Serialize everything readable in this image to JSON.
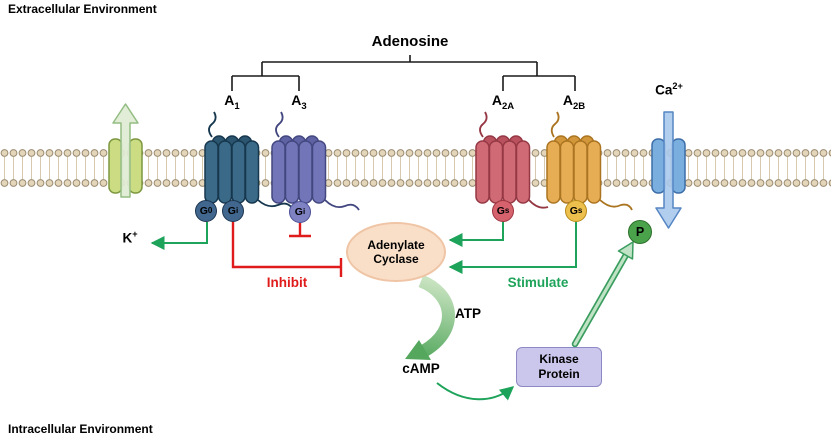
{
  "environment": {
    "extracellular": "Extracellular Environment",
    "intracellular": "Intracellular Environment"
  },
  "ligand": {
    "label": "Adenosine"
  },
  "receptors": [
    {
      "id": "A1",
      "base": "A",
      "sub": "1"
    },
    {
      "id": "A3",
      "base": "A",
      "sub": "3"
    },
    {
      "id": "A2A",
      "base": "A",
      "sub": "2A"
    },
    {
      "id": "A2B",
      "base": "A",
      "sub": "2B"
    }
  ],
  "g_proteins": [
    {
      "id": "G0-A1",
      "base": "G",
      "sub": "0"
    },
    {
      "id": "Gi-A1",
      "base": "G",
      "sub": "i"
    },
    {
      "id": "Gi-A3",
      "base": "G",
      "sub": "i"
    },
    {
      "id": "Gs-A2A",
      "base": "G",
      "sub": "s"
    },
    {
      "id": "Gs-A2B",
      "base": "G",
      "sub": "s"
    }
  ],
  "ions": {
    "potassium": {
      "base": "K",
      "sup": "+"
    },
    "calcium": {
      "base": "Ca",
      "sup": "2+"
    }
  },
  "enzyme": {
    "line1": "Adenylate",
    "line2": "Cyclase"
  },
  "molecules": {
    "atp": "ATP",
    "camp": "cAMP"
  },
  "kinase": {
    "line1": "Kinase",
    "line2": "Protein"
  },
  "phosphate": {
    "label": "P"
  },
  "actions": {
    "inhibit": "Inhibit",
    "stimulate": "Stimulate"
  },
  "colors": {
    "inhibit_red": "#e01b1b",
    "stimulate_green": "#1ea35a",
    "membrane_tan": "#e3d6bb",
    "receptor_a1_blue": "#3a6a87",
    "receptor_a3_purple": "#7276b8",
    "receptor_a2a_red": "#d06b75",
    "receptor_a2b_amber": "#e7ad54",
    "k_channel_green": "#cbdc82",
    "ca_channel_blue": "#79aede",
    "enzyme_peach": "#f9dfc8",
    "kinase_lavender": "#cac6ec",
    "phosphate_green": "#4aa34a"
  }
}
